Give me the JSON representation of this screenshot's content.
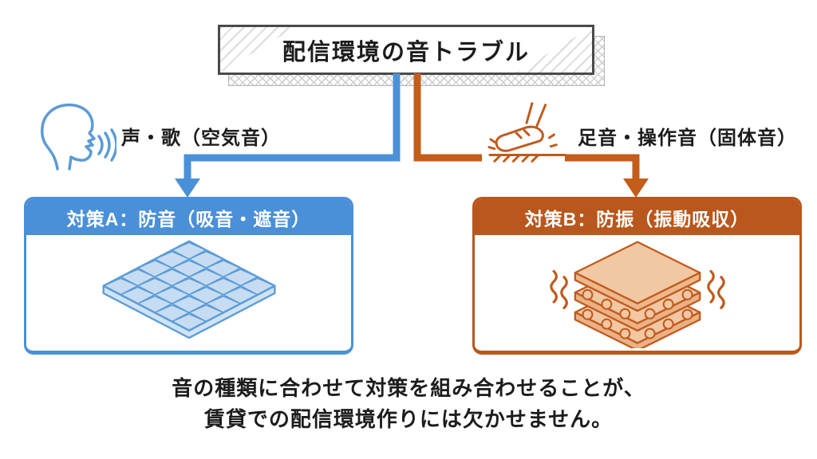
{
  "title": {
    "text": "配信環境の音トラブル"
  },
  "branches": {
    "left": {
      "label": "声・歌（空気音）",
      "icon": "speaking-head-icon",
      "header": "対策A：防音（吸音・遮音）",
      "illustration": "acoustic-foam-panel",
      "accent_color": "#4a90d8"
    },
    "right": {
      "label": "足音・操作音（固体音）",
      "icon": "stomping-foot-icon",
      "header": "対策B：防振（振動吸収）",
      "illustration": "layered-vibration-pad",
      "accent_color": "#b9571c"
    }
  },
  "footer": {
    "line1": "音の種類に合わせて対策を組み合わせることが、",
    "line2": "賃貸での配信環境作りには欠かせません。"
  },
  "colors": {
    "title_border": "#4a4a4a",
    "blue_accent": "#4a90d8",
    "blue_icon_stroke": "#5b9bd5",
    "orange_accent": "#b9571c",
    "orange_icon_stroke": "#c05a1c",
    "text": "#1c1c1c",
    "background": "#ffffff"
  }
}
